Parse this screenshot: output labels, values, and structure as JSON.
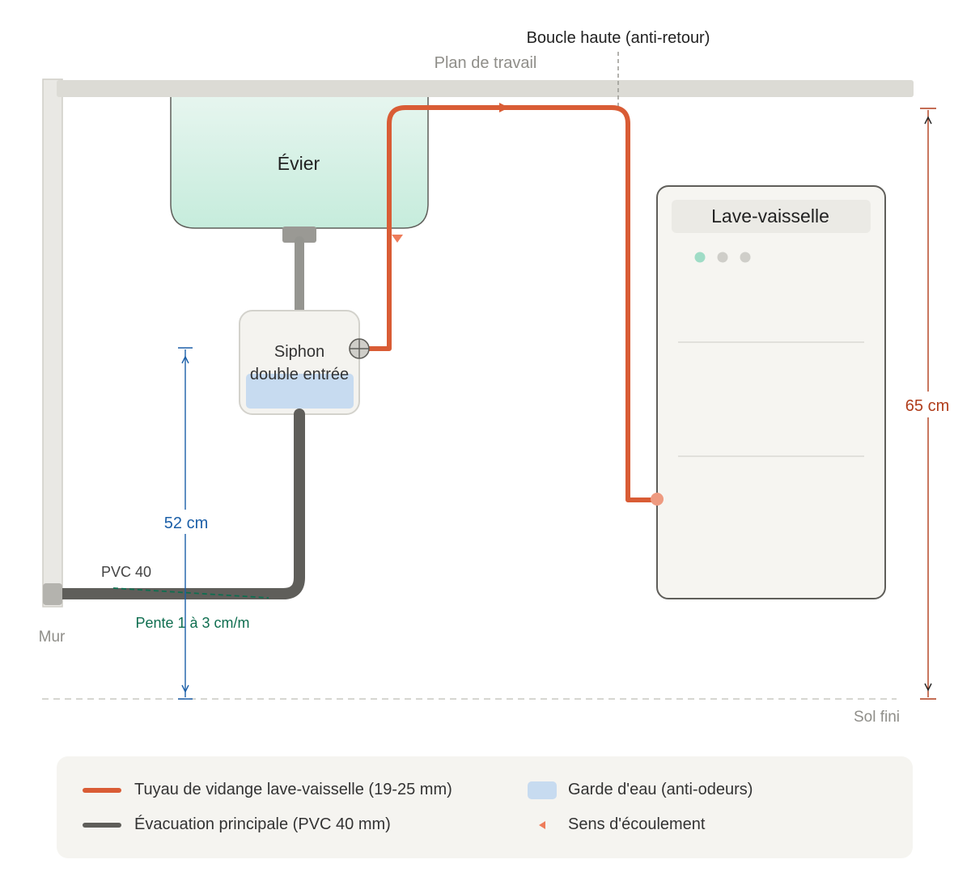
{
  "labels": {
    "countertop": "Plan de travail",
    "high_loop": "Boucle haute (anti-retour)",
    "sink": "Évier",
    "siphon_line1": "Siphon",
    "siphon_line2": "double entrée",
    "dishwasher": "Lave-vaisselle",
    "wall": "Mur",
    "floor": "Sol fini",
    "pvc": "PVC 40",
    "slope": "Pente 1 à 3 cm/m"
  },
  "dimensions": {
    "drain_height": "52 cm",
    "loop_height": "65 cm"
  },
  "legend": {
    "items": [
      {
        "label": "Tuyau de vidange lave-vaisselle (19-25 mm)",
        "icon": "orange-line"
      },
      {
        "label": "Évacuation principale (PVC 40 mm)",
        "icon": "gray-line"
      },
      {
        "label": "Garde d'eau (anti-odeurs)",
        "icon": "blue-box"
      },
      {
        "label": "Sens d'écoulement",
        "icon": "flow-arrow"
      }
    ]
  },
  "colors": {
    "drain_hose": "#d95c35",
    "main_drain": "#5f5e5a",
    "tailpiece": "#959590",
    "water_seal": "#c7dbf0",
    "sink_fill": "#cfeee2",
    "dim_blue": "#1b5fa8",
    "dim_red": "#b03d1b",
    "slope_green": "#0f6e50",
    "countertop": "#dcdbd5",
    "wall": "#e9e8e4"
  }
}
